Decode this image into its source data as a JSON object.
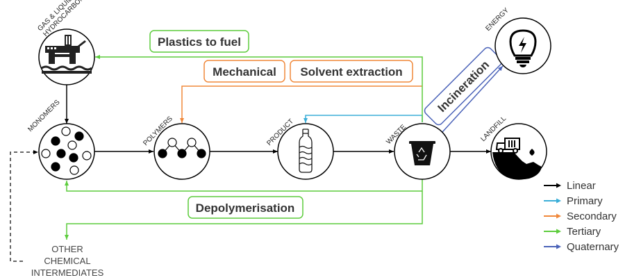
{
  "nodes": {
    "hydrocarbons": {
      "label_line1": "GAS & LIQUID",
      "label_line2": "HYDROCARBONS",
      "icon": "oil-rig-icon"
    },
    "monomers": {
      "label": "MONOMERS",
      "icon": "monomers-molecules-icon"
    },
    "polymers": {
      "label": "POLYMERS",
      "icon": "polymer-chain-icon"
    },
    "product": {
      "label": "PRODUCT",
      "icon": "plastic-bottle-icon"
    },
    "waste": {
      "label": "WASTE",
      "icon": "recycle-bin-icon"
    },
    "landfill": {
      "label": "LANDFILL",
      "icon": "garbage-truck-icon"
    },
    "energy": {
      "label": "ENERGY",
      "icon": "lightbulb-icon"
    },
    "other": {
      "line1": "OTHER",
      "line2": "CHEMICAL",
      "line3": "INTERMEDIATES"
    }
  },
  "processes": {
    "plastics_to_fuel": "Plastics to fuel",
    "mechanical": "Mechanical",
    "solvent_extraction": "Solvent extraction",
    "incineration": "Incineration",
    "depolymerisation": "Depolymerisation"
  },
  "legend": [
    {
      "label": "Linear",
      "color": "#000000"
    },
    {
      "label": "Primary",
      "color": "#3aaed8"
    },
    {
      "label": "Secondary",
      "color": "#f0883a"
    },
    {
      "label": "Tertiary",
      "color": "#5ccc3c"
    },
    {
      "label": "Quaternary",
      "color": "#4a62b8"
    }
  ],
  "colors": {
    "linear": "#000000",
    "primary": "#3aaed8",
    "secondary": "#f0883a",
    "tertiary": "#5ccc3c",
    "quaternary": "#4a62b8"
  }
}
